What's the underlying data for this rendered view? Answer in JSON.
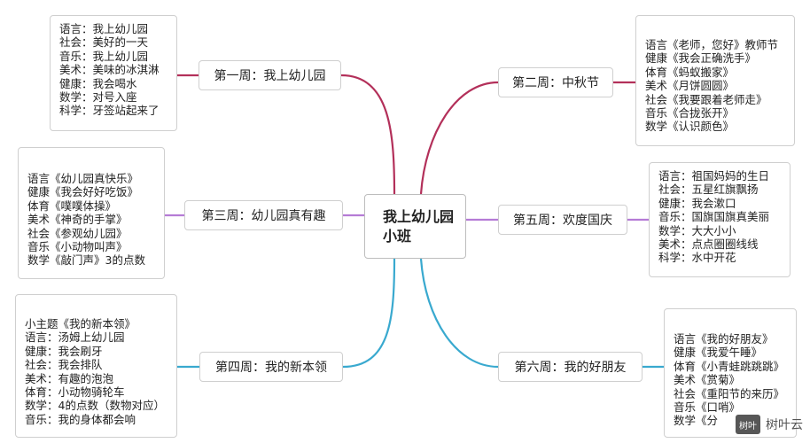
{
  "colors": {
    "week1": "#b3305a",
    "week2": "#b3305a",
    "week3": "#b57bd6",
    "week5": "#b57bd6",
    "week4": "#39a9cf",
    "week6": "#39a9cf"
  },
  "center": {
    "line1": "我上幼儿园",
    "line2": "小班"
  },
  "week1": {
    "title": "第一周：我上幼儿园",
    "items": [
      "语言：我上幼儿园",
      "社会：美好的一天",
      "音乐：我上幼儿园",
      "美术：美味的冰淇淋",
      "健康：我会喝水",
      "数学：对号入座",
      "科学：牙签站起来了"
    ]
  },
  "week2": {
    "title": "第二周：中秋节",
    "items": [
      "语言《老师，您好》教师节",
      "健康《我会正确洗手》",
      "体育《蚂蚁搬家》",
      "美术《月饼圆圆》",
      "社会《我要跟着老师走》",
      "音乐《合拢张开》",
      "数学《认识颜色》"
    ]
  },
  "week3": {
    "title": "第三周：幼儿园真有趣",
    "items": [
      "语言《幼儿园真快乐》",
      "健康《我会好好吃饭》",
      "体育《噗噗体操》",
      "美术《神奇的手掌》",
      "社会《参观幼儿园》",
      "音乐《小动物叫声》",
      "数学《敲门声》3的点数"
    ]
  },
  "week5": {
    "title": "第五周：欢度国庆",
    "items": [
      "语言：祖国妈妈的生日",
      "社会：五星红旗飘扬",
      "健康：我会漱口",
      "音乐：国旗国旗真美丽",
      "数学：大大小小",
      "美术：点点圈圈线线",
      "科学：水中开花"
    ]
  },
  "week4": {
    "title": "第四周：我的新本领",
    "items": [
      "小主题《我的新本领》",
      "语言：汤姆上幼儿园",
      "健康：我会刷牙",
      "社会：我会排队",
      "美术：有趣的泡泡",
      "体育：小动物骑轮车",
      "数学：4的点数（数物对应）",
      "音乐：我的身体都会响"
    ]
  },
  "week6": {
    "title": "第六周：我的好朋友",
    "items": [
      "语言《我的好朋友》",
      "健康《我爱午睡》",
      "体育《小青蛙跳跳跳》",
      "美术《赏菊》",
      "社会《重阳节的来历》",
      "音乐《口哨》",
      "数学《分"
    ]
  },
  "watermark": {
    "badge": "树叶",
    "text": "树叶云"
  }
}
